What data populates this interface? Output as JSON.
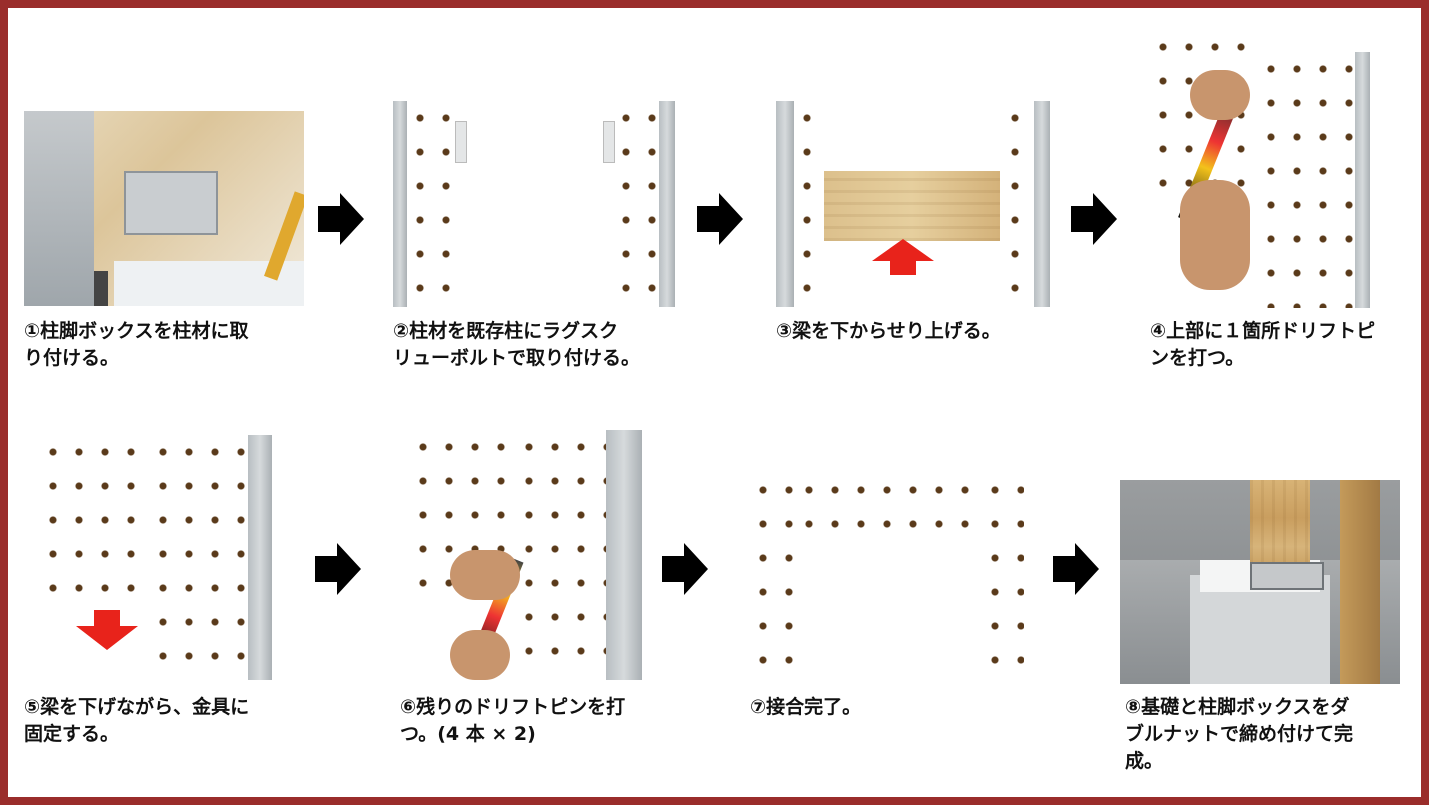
{
  "steps": [
    {
      "caption": "①柱脚ボックスを柱材に取\nり付ける。"
    },
    {
      "caption": "②柱材を既存柱にラグスク\nリューボルトで取り付ける。"
    },
    {
      "caption": "③梁を下からせり上げる。"
    },
    {
      "caption": "④上部に１箇所ドリフトピ\nンを打つ。"
    },
    {
      "caption": "⑤梁を下げながら、金具に\n固定する。"
    },
    {
      "caption": "⑥残りのドリフトピンを打\nつ。(4 本 × 2)"
    },
    {
      "caption": "⑦接合完了。"
    },
    {
      "caption": "⑧基礎と柱脚ボックスをダ\nブルナットで締め付けて完\n成。"
    }
  ],
  "icons": {
    "flow_arrow": "right-arrow-icon",
    "lift_arrow": "red-up-arrow-icon",
    "lower_arrow": "red-down-arrow-icon"
  },
  "colors": {
    "border": "#9a2d2b",
    "indicator_red": "#e8231b",
    "arrow_black": "#000000"
  }
}
